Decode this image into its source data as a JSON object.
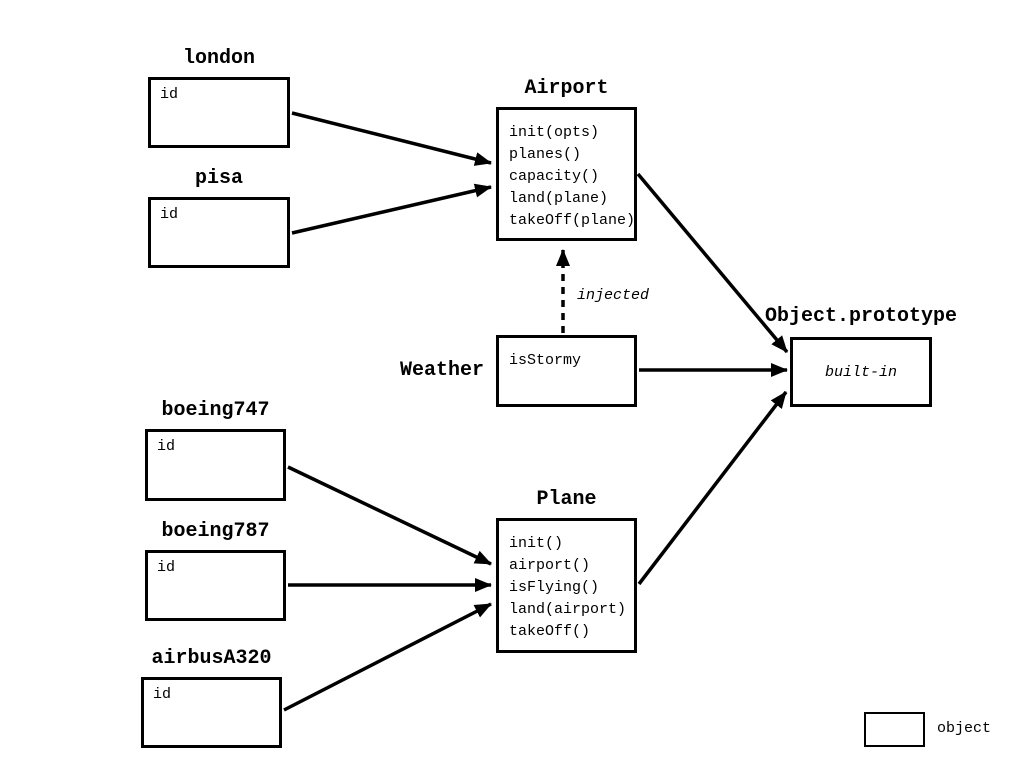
{
  "nodes": {
    "london": {
      "title": "london",
      "field": "id"
    },
    "pisa": {
      "title": "pisa",
      "field": "id"
    },
    "airport": {
      "title": "Airport",
      "methods": [
        "init(opts)",
        "planes()",
        "capacity()",
        "land(plane)",
        "takeOff(plane)"
      ]
    },
    "weather": {
      "title": "Weather",
      "field": "isStormy"
    },
    "objectPrototype": {
      "title": "Object.prototype",
      "note": "built-in"
    },
    "boeing747": {
      "title": "boeing747",
      "field": "id"
    },
    "boeing787": {
      "title": "boeing787",
      "field": "id"
    },
    "airbusA320": {
      "title": "airbusA320",
      "field": "id"
    },
    "plane": {
      "title": "Plane",
      "methods": [
        "init()",
        "airport()",
        "isFlying()",
        "land(airport)",
        "takeOff()"
      ]
    }
  },
  "annotations": {
    "injected": "injected"
  },
  "legend": {
    "label": "object"
  },
  "colors": {
    "line": "#000000",
    "background": "#ffffff",
    "text": "#000000"
  }
}
